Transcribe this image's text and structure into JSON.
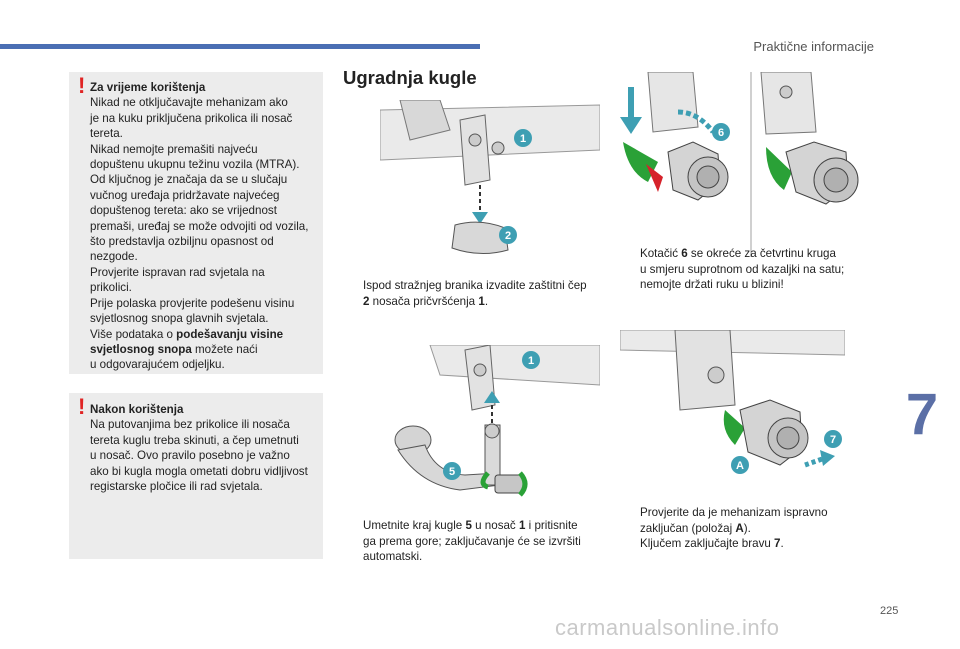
{
  "header": {
    "section": "Praktične informacije"
  },
  "chapter": "7",
  "page_number": "225",
  "watermark": "carmanualsonline.info",
  "warnings": [
    {
      "title": "Za vrijeme korištenja",
      "lines": [
        "Nikad ne otključavajte mehanizam ako",
        "je na kuku priključena prikolica ili nosač",
        "tereta.",
        "Nikad nemojte premašiti najveću",
        "dopuštenu ukupnu težinu vozila (MTRA).",
        "Od ključnog je značaja da se u slučaju",
        "vučnog uređaja pridržavate najvećeg",
        "dopuštenog tereta: ako se vrijednost",
        "premaši, uređaj se može odvojiti od vozila,",
        "što predstavlja ozbiljnu opasnost od",
        "nezgode.",
        "Provjerite ispravan rad svjetala na",
        "prikolici.",
        "Prije polaska provjerite podešenu visinu",
        "svjetlosnog snopa glavnih svjetala."
      ],
      "more_prefix": "Više podataka o ",
      "more_bold": "podešavanju visine svjetlosnog snopa",
      "more_suffix_1": " možete naći",
      "more_suffix_2": "u odgovarajućem odjeljku."
    },
    {
      "title": "Nakon korištenja",
      "lines": [
        "Na putovanjima bez prikolice ili nosača",
        "tereta kuglu treba skinuti, a čep umetnuti",
        "u nosač. Ovo pravilo posebno je važno",
        "ako bi kugla mogla ometati dobru vidljivost",
        "registarske pločice ili rad svjetala."
      ]
    }
  ],
  "main_title": "Ugradnja kugle",
  "step_marker": "",
  "steps": {
    "s1": {
      "a": "Ispod stražnjeg branika izvadite zaštitni čep",
      "b_bold": "2",
      "b": " nosača pričvršćenja ",
      "b_bold2": "1",
      "b_end": "."
    },
    "s2": {
      "a_pre": "Umetnite kraj kugle ",
      "a_b1": "5",
      "a_mid": " u nosač ",
      "a_b2": "1",
      "a_end": " i pritisnite",
      "b": "ga prema gore; zaključavanje će se izvršiti",
      "c": "automatski."
    },
    "s3": {
      "a_pre": "Kotačić ",
      "a_b": "6",
      "a_end": " se okreće za četvrtinu kruga",
      "b": "u smjeru suprotnom od kazaljki na satu;",
      "c": "nemojte držati ruku u blizini!"
    },
    "s4": {
      "a": "Provjerite da je mehanizam ispravno",
      "b_pre": "zaključan (položaj ",
      "b_b": "A",
      "b_end": ")."
    },
    "s5": {
      "a_pre": "Ključem zaključajte bravu ",
      "a_b": "7",
      "a_end": "."
    }
  },
  "callouts": {
    "c1": "1",
    "c2": "2",
    "c1b": "1",
    "c5": "5",
    "c6": "6",
    "c7": "7",
    "cA": "A"
  },
  "colors": {
    "accent": "#4a6fb4",
    "warning": "#e02424",
    "callout": "#3e9fb3",
    "green": "#2aa137",
    "red": "#d6222b"
  }
}
